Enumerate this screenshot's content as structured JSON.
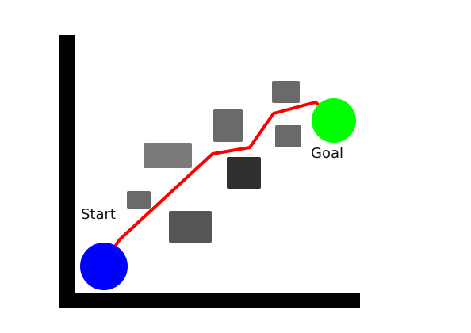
{
  "labels": {
    "start": "Start",
    "goal": "Goal"
  },
  "colors": {
    "background": "#ffffff",
    "axes": "#000000",
    "path": "#ff0000",
    "start": "#0000ff",
    "goal": "#00ff00"
  },
  "obstacles": [
    {
      "id": "obstacle-1",
      "color": "#7a7a7a"
    },
    {
      "id": "obstacle-2",
      "color": "#6a6a6a"
    },
    {
      "id": "obstacle-3",
      "color": "#555555"
    },
    {
      "id": "obstacle-4",
      "color": "#6a6a6a"
    },
    {
      "id": "obstacle-5",
      "color": "#2f2f2f"
    },
    {
      "id": "obstacle-6",
      "color": "#6a6a6a"
    },
    {
      "id": "obstacle-7",
      "color": "#6a6a6a"
    }
  ]
}
